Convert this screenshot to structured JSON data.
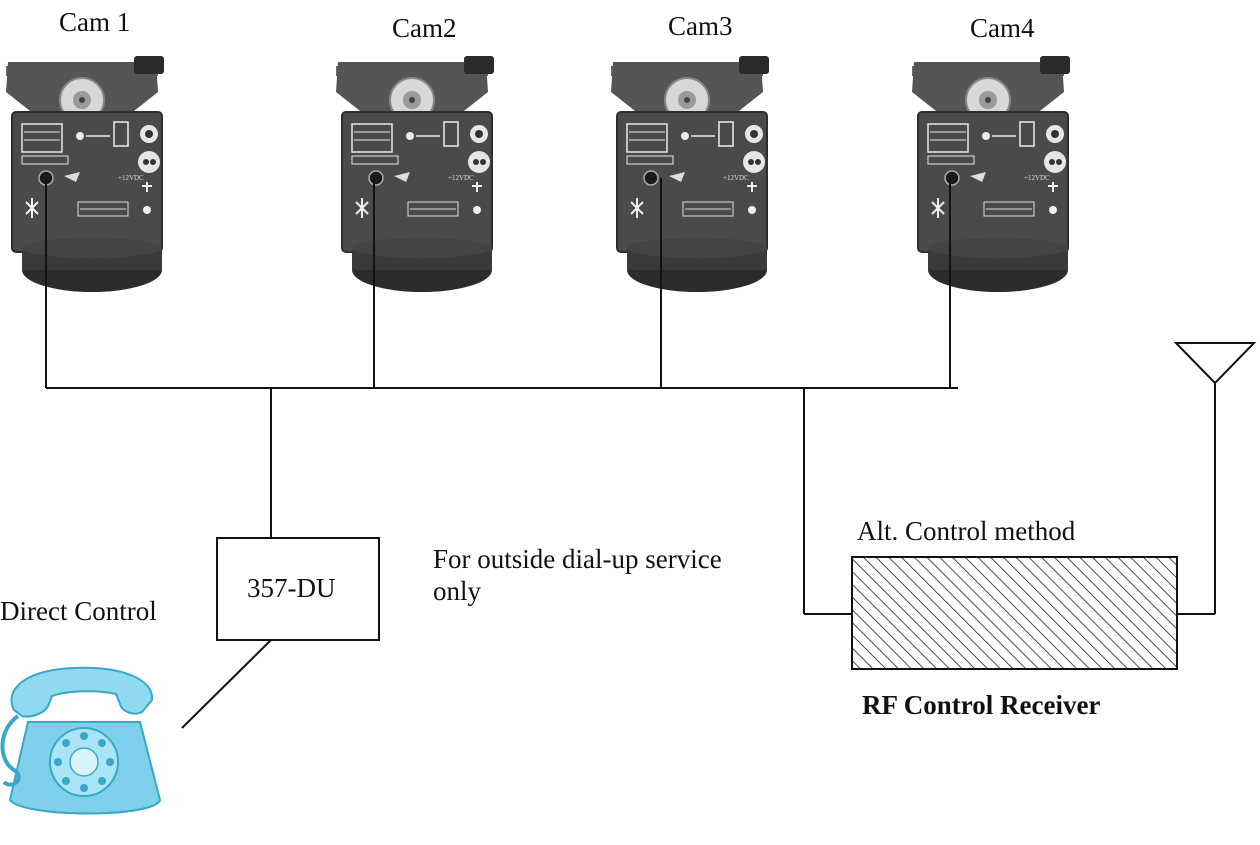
{
  "cameras": [
    {
      "label": "Cam 1"
    },
    {
      "label": "Cam2"
    },
    {
      "label": "Cam3"
    },
    {
      "label": "Cam4"
    }
  ],
  "interface_box": {
    "label": "357-DU"
  },
  "notes": {
    "dialup": "For outside dial-up service only",
    "direct": "Direct Control",
    "alt": "Alt. Control method",
    "rf": "RF Control Receiver"
  },
  "colors": {
    "line": "#111111",
    "camera_body": "#3a3a3a",
    "camera_panel": "#4a4a4a",
    "phone": "#7fd0ea",
    "phone_dark": "#3aa6c8",
    "hatch": "#222222"
  },
  "icons": [
    "camera-icon",
    "telephone-icon",
    "antenna-icon"
  ]
}
